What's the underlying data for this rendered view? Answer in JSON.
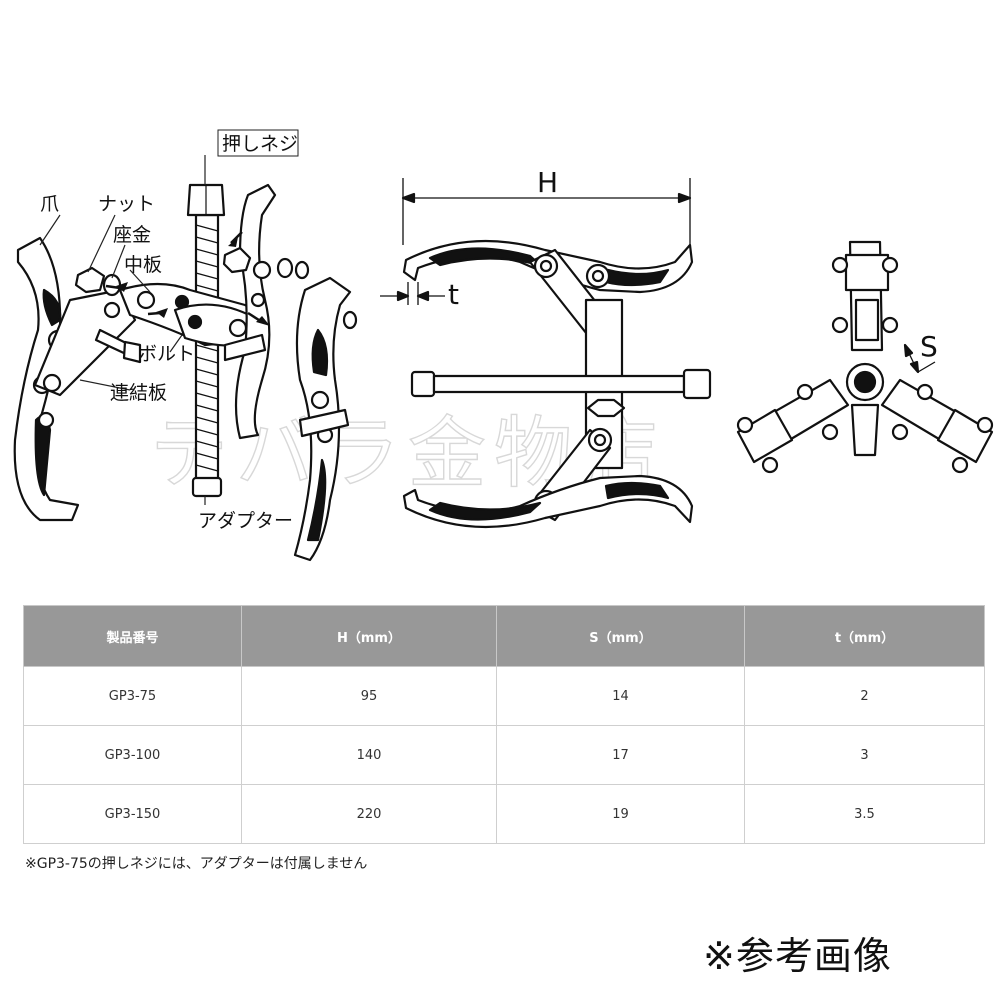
{
  "labels": {
    "tsume": "爪",
    "nut": "ナット",
    "zagane": "座金",
    "nakaita": "中板",
    "oshi_neji": "押しネジ",
    "bolt": "ボルト",
    "renketsu": "連結板",
    "adapter": "アダプター"
  },
  "dimensions": {
    "h": "H",
    "t": "t",
    "s": "S"
  },
  "watermark": "テバラ金物店",
  "table": {
    "headers": [
      "製品番号",
      "H（mm）",
      "S（mm）",
      "t（mm）"
    ],
    "rows": [
      [
        "GP3-75",
        "95",
        "14",
        "2"
      ],
      [
        "GP3-100",
        "140",
        "17",
        "3"
      ],
      [
        "GP3-150",
        "220",
        "19",
        "3.5"
      ]
    ]
  },
  "note": "※GP3-75の押しネジには、アダプターは付属しません",
  "reference": "※参考画像"
}
